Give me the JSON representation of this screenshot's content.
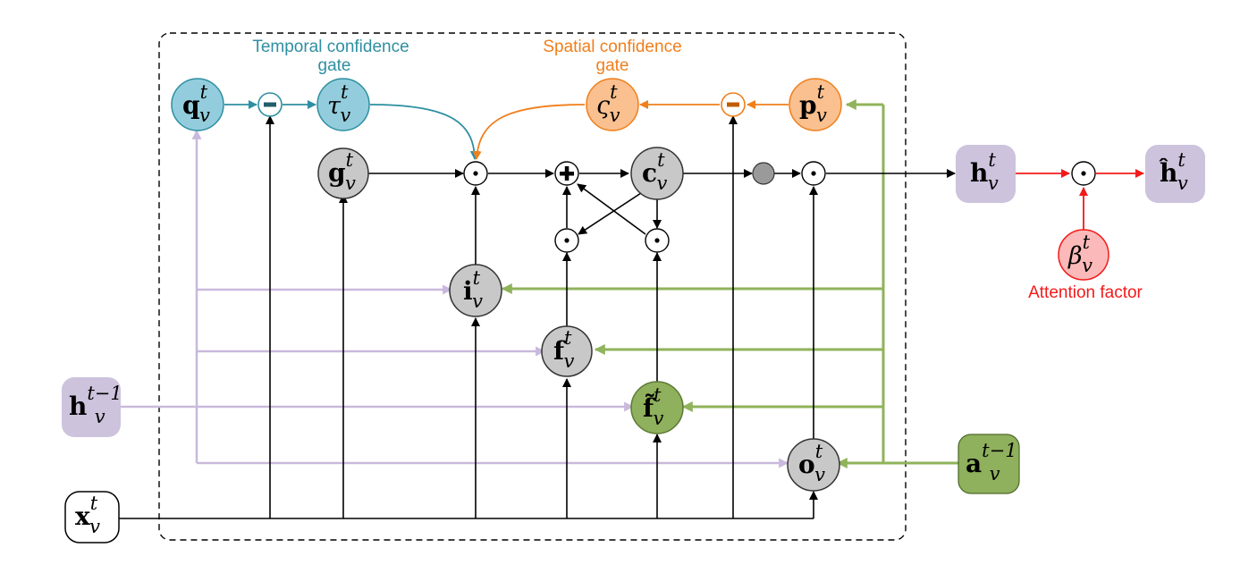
{
  "labels": {
    "temporal_gate": [
      "Temporal confidence",
      "gate"
    ],
    "spatial_gate": [
      "Spatial confidence",
      "gate"
    ],
    "attention_factor": "Attention factor"
  },
  "colors": {
    "teal": "#2e8fa1",
    "teal_fill": "#93cddd",
    "orange": "#f07f1c",
    "orange_fill": "#fac08f",
    "green": "#8fb35a",
    "green_fill": "#8fb05c",
    "purple": "#c9b9dc",
    "purple_fill": "#cdc3dd",
    "red": "#f21a1a",
    "red_fill": "#fbb9b9",
    "gray_fill": "#c8c8c8"
  },
  "nodes": {
    "q": {
      "base": "q",
      "sup": "t",
      "sub": "v"
    },
    "tau": {
      "base": "τ",
      "sup": "t",
      "sub": "v"
    },
    "g": {
      "base": "g",
      "sup": "t",
      "sub": "v"
    },
    "varsigma": {
      "base": "ς",
      "sup": "t",
      "sub": "v"
    },
    "p": {
      "base": "p",
      "sup": "t",
      "sub": "v"
    },
    "c": {
      "base": "c",
      "sup": "t",
      "sub": "v"
    },
    "i": {
      "base": "i",
      "sup": "t",
      "sub": "v"
    },
    "f": {
      "base": "f",
      "sup": "t",
      "sub": "v"
    },
    "f_tilde": {
      "base": "f̃",
      "sup": "t",
      "sub": "v"
    },
    "o": {
      "base": "o",
      "sup": "t",
      "sub": "v"
    },
    "h": {
      "base": "h",
      "sup": "t",
      "sub": "v"
    },
    "h_hat": {
      "base": "ĥ",
      "sup": "t",
      "sub": "v"
    },
    "beta": {
      "base": "β",
      "sup": "t",
      "sub": "v"
    },
    "h_prev": {
      "base": "h",
      "sup": "t−1",
      "sub": "v"
    },
    "a_prev": {
      "base": "a",
      "sup": "t−1",
      "sub": "v"
    },
    "x": {
      "base": "x",
      "sup": "t",
      "sub": "v"
    }
  },
  "operators": {
    "minus": "−",
    "plus": "+",
    "dot": "⊙"
  }
}
